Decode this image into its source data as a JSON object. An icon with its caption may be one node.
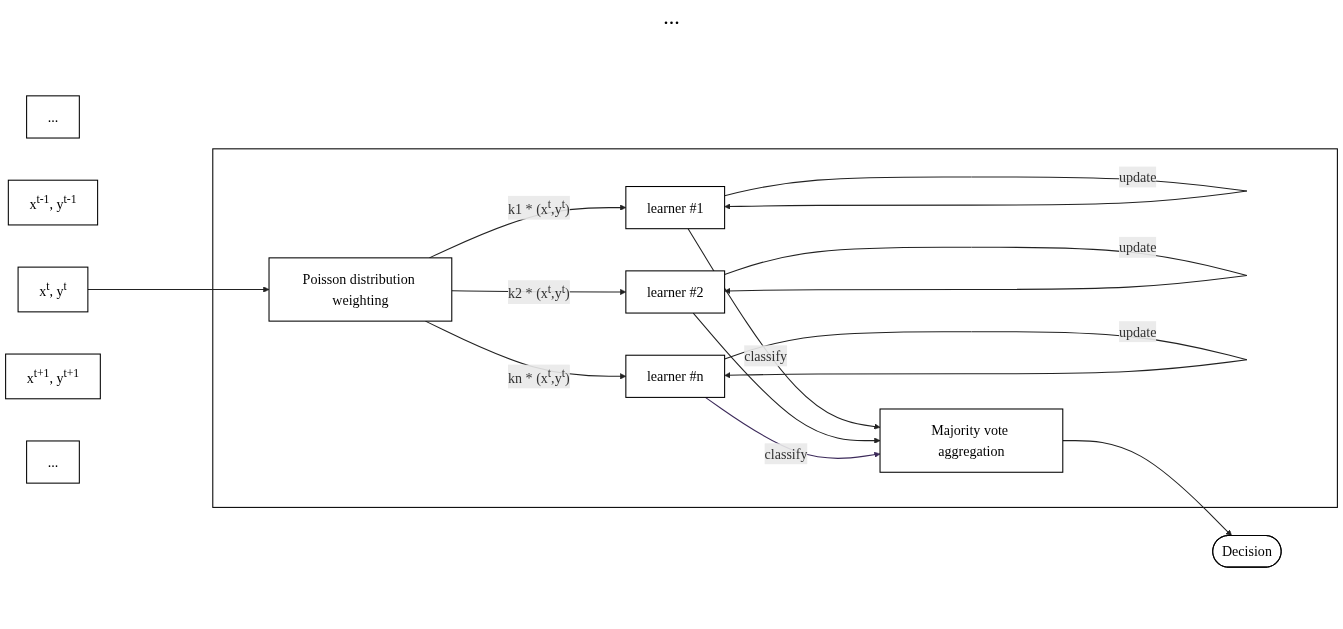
{
  "diagram": {
    "nodes": [
      {
        "text": [
          "..."
        ]
      },
      {
        "text": [
          "x$^{t-1}$, y$^{t-1}$"
        ]
      },
      {
        "text": [
          "x$^{t}$, y$^{t}$"
        ]
      },
      {
        "text": [
          "x$^{t+1}$, y$^{t+1}$"
        ]
      },
      {
        "text": [
          "..."
        ]
      },
      {
        "text": [],
        "shape": "box"
      },
      {
        "text": [
          "Poisson distribution weighting"
        ],
        "in": 5
      },
      {
        "text": [
          "learner #1"
        ],
        "in": 5
      },
      {
        "text": [
          "learner #2"
        ],
        "in": 5
      },
      {
        "text": [
          "learner #n"
        ],
        "in": 5
      },
      {
        "text": [
          "Majority vote aggregation"
        ],
        "in": 5
      },
      {
        "text": [
          "Decision"
        ]
      }
    ],
    "edges": [
      {
        "from": 2,
        "to": 6,
        "arrow": "to"
      },
      {
        "from": 6,
        "to": 7,
        "arrow": "to",
        "label": "k1 * (x$^{t}$,y$^{t}$)"
      },
      {
        "from": 6,
        "to": 8,
        "arrow": "to",
        "label": "k2 * (x$^{t}$,y$^{t}$)"
      },
      {
        "from": 6,
        "to": 9,
        "arrow": "to",
        "label": "kn * (x$^{t}$,y$^{t}$)"
      },
      {
        "from": 7,
        "to": 7,
        "arrow": "to",
        "label": "update"
      },
      {
        "from": 8,
        "to": 8,
        "arrow": "to",
        "label": "update"
      },
      {
        "from": 9,
        "to": 9,
        "arrow": "to",
        "label": "update"
      },
      {
        "from": 7,
        "to": 10,
        "arrow": "to",
        "label": "classify"
      },
      {
        "from": 8,
        "to": 10,
        "arrow": "to"
      },
      {
        "from": 9,
        "to": 10,
        "arrow": "to",
        "label": "classify",
        "color": "#3c2a5a"
      },
      {
        "from": 10,
        "to": 11,
        "arrow": "to"
      }
    ],
    "labels": [
      "..."
    ]
  }
}
